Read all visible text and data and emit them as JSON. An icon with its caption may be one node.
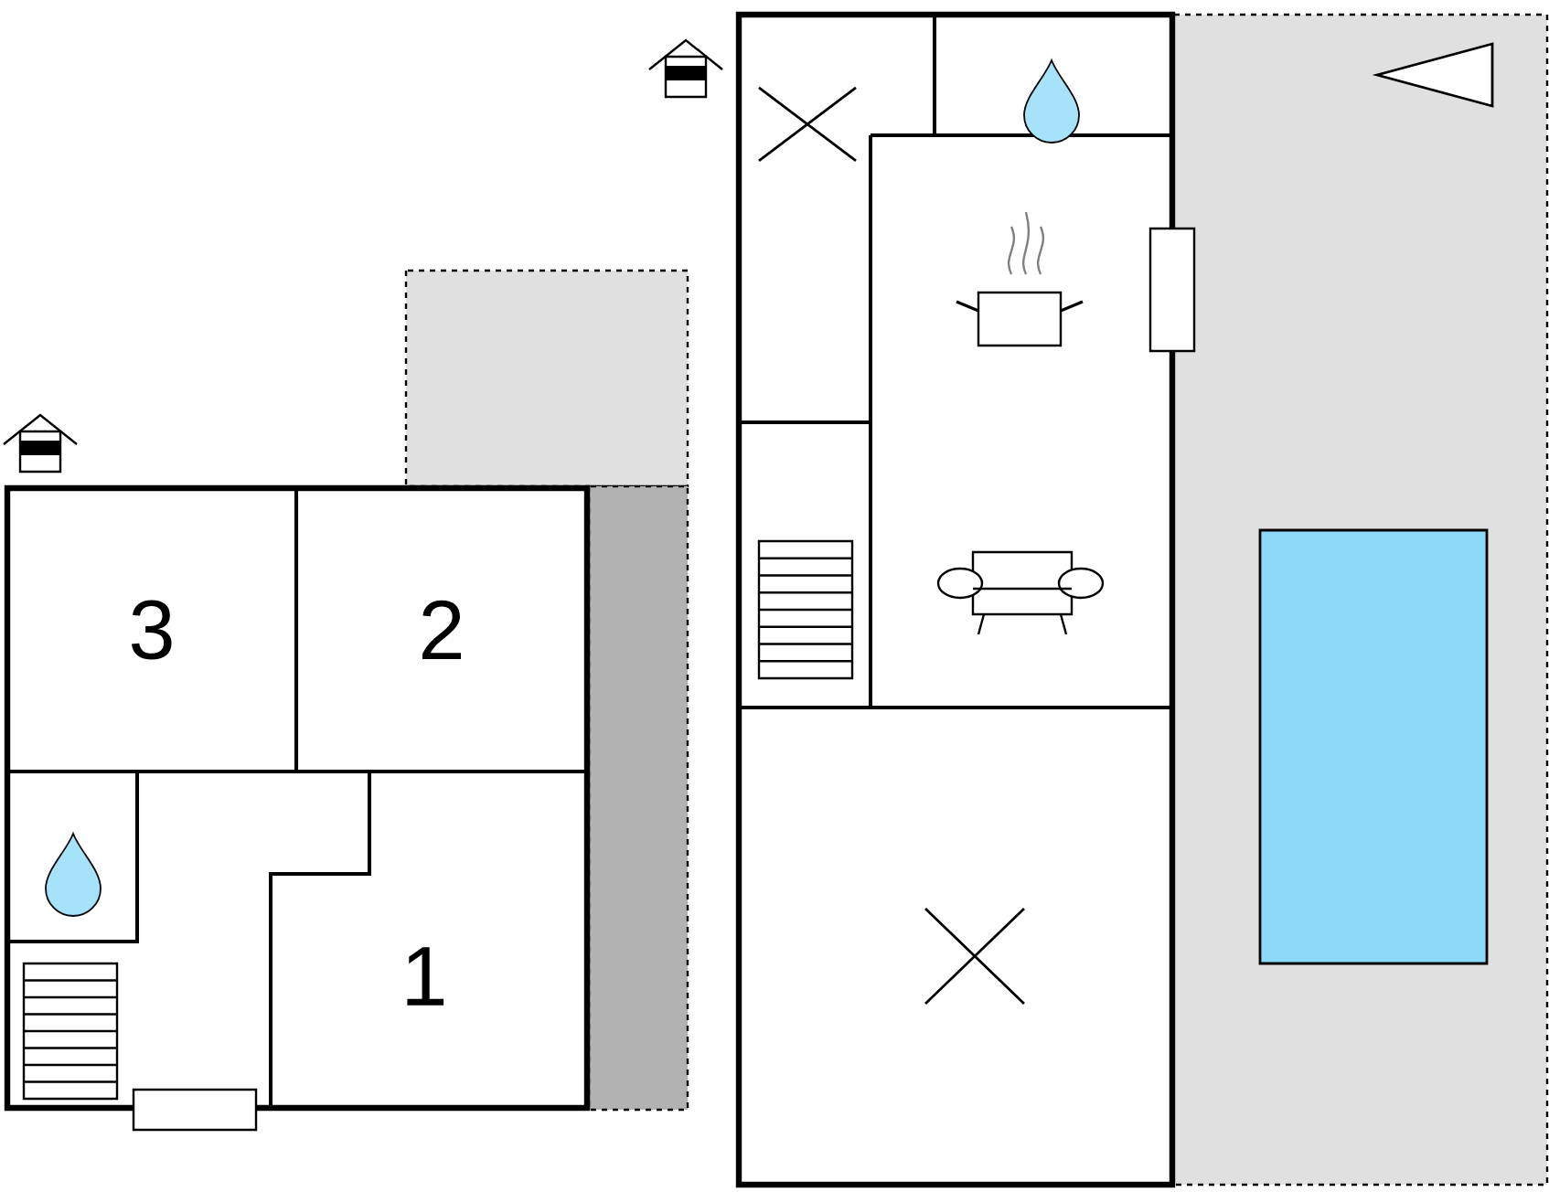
{
  "diagram": {
    "nodes": [
      {
        "text": [
          "3"
        ]
      },
      {
        "text": [
          "2"
        ]
      },
      {
        "text": [
          "1"
        ]
      }
    ]
  }
}
